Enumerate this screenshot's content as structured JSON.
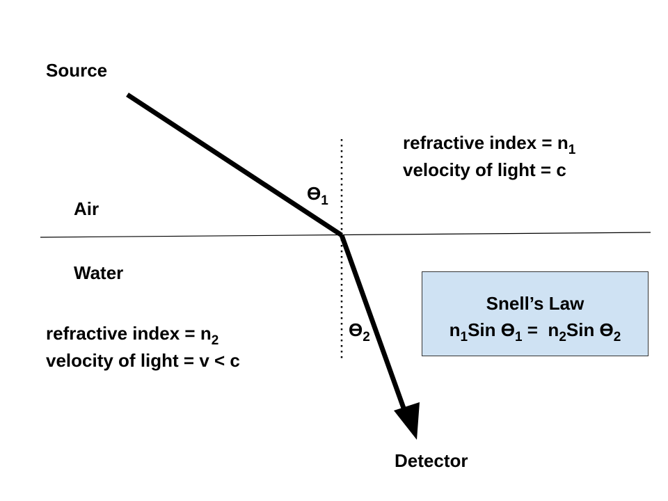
{
  "labels": {
    "source": "Source",
    "detector": "Detector",
    "air": "Air",
    "water": "Water",
    "theta_symbol": "ϴ",
    "theta1_sub": "1",
    "theta2_sub": "2"
  },
  "medium1": {
    "line1_text": "refractive index = n",
    "line1_sub": "1",
    "line2_text": "velocity of light = c"
  },
  "medium2": {
    "line1_text": "refractive index = n",
    "line1_sub": "2",
    "line2_text": "velocity of light = v < c"
  },
  "snells_law": {
    "title": "Snell’s Law",
    "n": "n",
    "sub1": "1",
    "sin_theta": "Sin ϴ",
    "equals": " =  n",
    "sub2": "2"
  },
  "colors": {
    "ray": "#000000",
    "box_fill": "#cfe2f3",
    "box_border": "#333333"
  }
}
